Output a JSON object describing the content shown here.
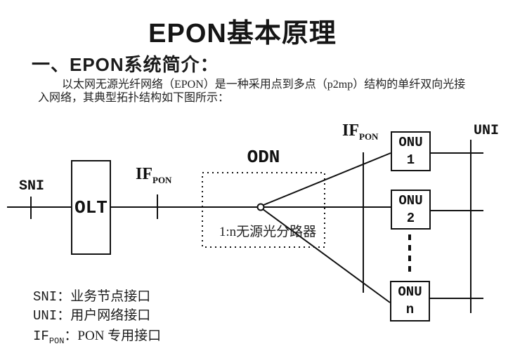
{
  "page": {
    "title": "EPON基本原理",
    "section_heading": "一、EPON系统简介：",
    "intro_line1": "以太网无源光纤网络（EPON）是一种采用点到多点（p2mp）结构的单纤双向光接",
    "intro_line2": "入网络，其典型拓扑结构如下图所示："
  },
  "diagram": {
    "sni_label": "SNI",
    "olt_label": "OLT",
    "if_base": "IF",
    "if_sub": "PON",
    "odn_label": "ODN",
    "splitter_label": "1:n无源光分路器",
    "uni_label": "UNI",
    "onu_boxes": [
      {
        "line1": "ONU",
        "line2": "1"
      },
      {
        "line1": "ONU",
        "line2": "2"
      },
      {
        "line1": "ONU",
        "line2": "n"
      }
    ]
  },
  "legend": {
    "items": [
      {
        "term": "SNI",
        "sub": "",
        "desc": "：业务节点接口"
      },
      {
        "term": "UNI",
        "sub": "",
        "desc": "：用户网络接口"
      },
      {
        "term": "IF",
        "sub": "PON",
        "desc": "：PON 专用接口"
      }
    ]
  },
  "colors": {
    "ink": "#111111",
    "background": "#ffffff"
  }
}
